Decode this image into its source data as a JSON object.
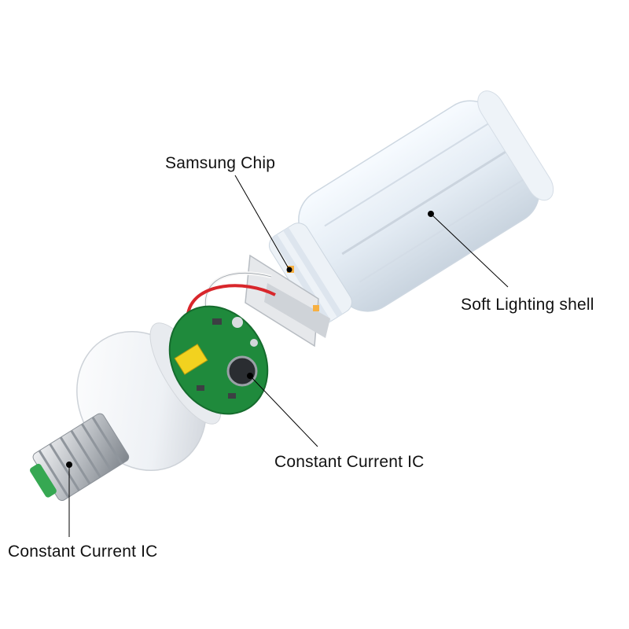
{
  "callouts": {
    "samsung_chip": "Samsung Chip",
    "soft_lighting_shell": "Soft Lighting shell",
    "constant_current_ic_board": "Constant Current IC",
    "constant_current_ic_base": "Constant Current IC"
  },
  "colors": {
    "shell": "#e9f0f7",
    "pcb": "#1f8a3c",
    "base_cap": "#f2f4f7",
    "screw": "#c9ccd0",
    "wire_red": "#d8262b",
    "wire_white": "#f5f5f5",
    "leader_line": "#000000"
  }
}
